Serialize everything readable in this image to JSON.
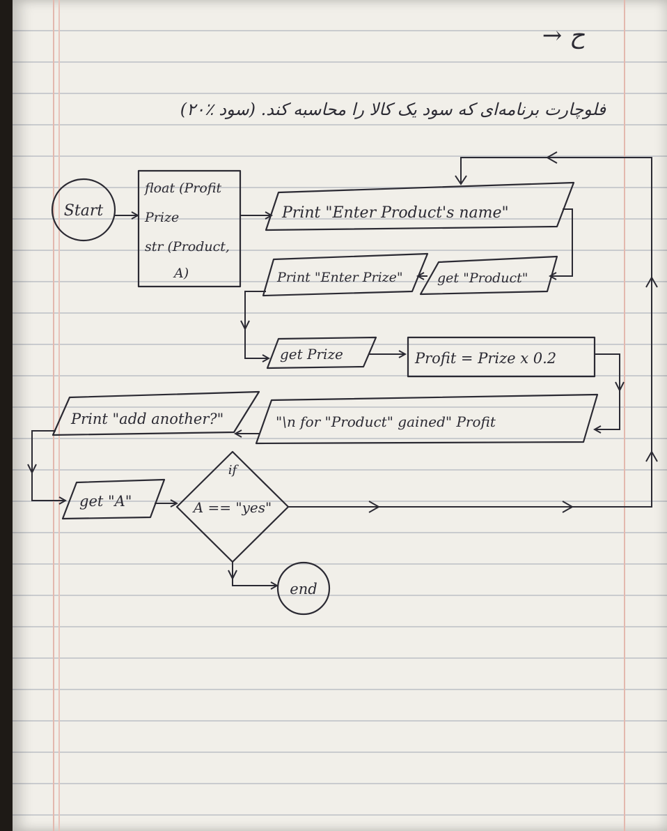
{
  "note": {
    "corner_mark": "→ ح",
    "heading": "فلوچارت برنامه‌ای که سود یک کالا را محاسبه کند. (سود ٪۲۰)"
  },
  "nodes": {
    "start": "Start",
    "declare_1": "float (Profit",
    "declare_2": "Prize",
    "declare_3": "str (Product,",
    "declare_4": "A)",
    "print_name": "Print \"Enter Product's name\"",
    "get_product": "get \"Product\"",
    "print_prize": "Print \"Enter Prize\"",
    "get_prize": "get Prize",
    "profit_calc": "Profit = Prize x 0.2",
    "output": "\"\\n for \"Product\" gained\" Profit",
    "print_add": "Print \"add another?\"",
    "get_a": "get \"A\"",
    "decision_label": "if",
    "decision": "A == \"yes\"",
    "end": "end"
  },
  "colors": {
    "ink": "#2b2a33",
    "paper": "#f1efe9",
    "margin_red": "#d9a59b"
  }
}
